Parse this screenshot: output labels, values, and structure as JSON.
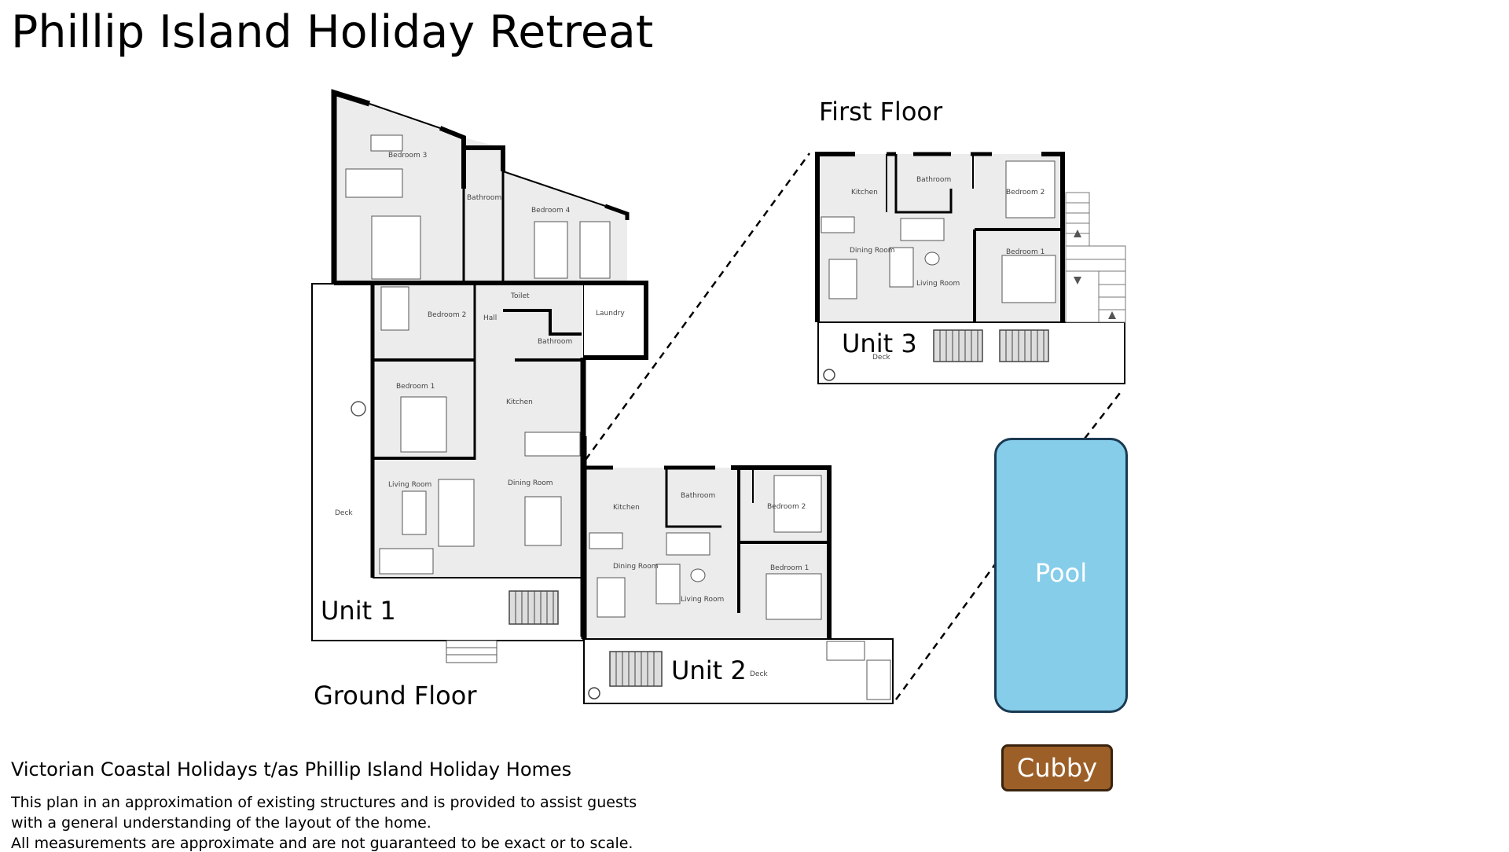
{
  "title": "Phillip Island Holiday Retreat",
  "labels": {
    "first_floor": "First Floor",
    "ground_floor": "Ground Floor",
    "unit1": "Unit 1",
    "unit2": "Unit 2",
    "unit3": "Unit 3",
    "pool": "Pool",
    "cubby": "Cubby"
  },
  "rooms": {
    "u1_bedroom3": "Bedroom 3",
    "u1_bedroom4": "Bedroom 4",
    "u1_bathroom_top": "Bathroom",
    "u1_toilet": "Toilet",
    "u1_laundry": "Laundry",
    "u1_hall": "Hall",
    "u1_bedroom2": "Bedroom 2",
    "u1_bathroom": "Bathroom",
    "u1_bedroom1": "Bedroom 1",
    "u1_kitchen": "Kitchen",
    "u1_living": "Living Room",
    "u1_dining": "Dining Room",
    "u1_deck": "Deck",
    "u2_kitchen": "Kitchen",
    "u2_bathroom": "Bathroom",
    "u2_bedroom2": "Bedroom 2",
    "u2_bedroom1": "Bedroom 1",
    "u2_dining": "Dining Room",
    "u2_living": "Living Room",
    "u2_deck": "Deck",
    "u3_kitchen": "Kitchen",
    "u3_bathroom": "Bathroom",
    "u3_bedroom2": "Bedroom 2",
    "u3_bedroom1": "Bedroom 1",
    "u3_dining": "Dining Room",
    "u3_living": "Living Room",
    "u3_deck": "Deck"
  },
  "footer": {
    "company": "Victorian Coastal Holidays t/as Phillip Island Holiday Homes",
    "line1": "This plan in an approximation of existing structures and is provided to assist guests",
    "line2": "with a general understanding of the layout of the home.",
    "line3": "All measurements are approximate and are not guaranteed to be exact or to scale."
  },
  "colors": {
    "pool": "#86cdea",
    "cubby": "#9c5f27",
    "floor": "#ececec",
    "wall": "#000000"
  }
}
